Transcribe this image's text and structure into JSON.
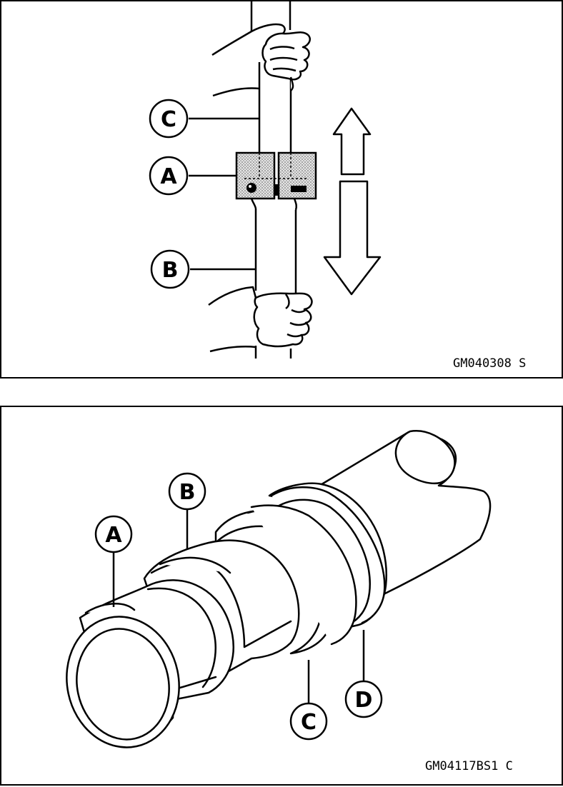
{
  "figure1": {
    "callouts": {
      "a": "A",
      "b": "B",
      "c": "C"
    },
    "code": "GM040308  S"
  },
  "figure2": {
    "callouts": {
      "a": "A",
      "b": "B",
      "c": "C",
      "d": "D"
    },
    "code": "GM04117BS1  C"
  },
  "colors": {
    "ink": "#000000",
    "paper": "#ffffff",
    "shade": "#cfcfcf"
  }
}
